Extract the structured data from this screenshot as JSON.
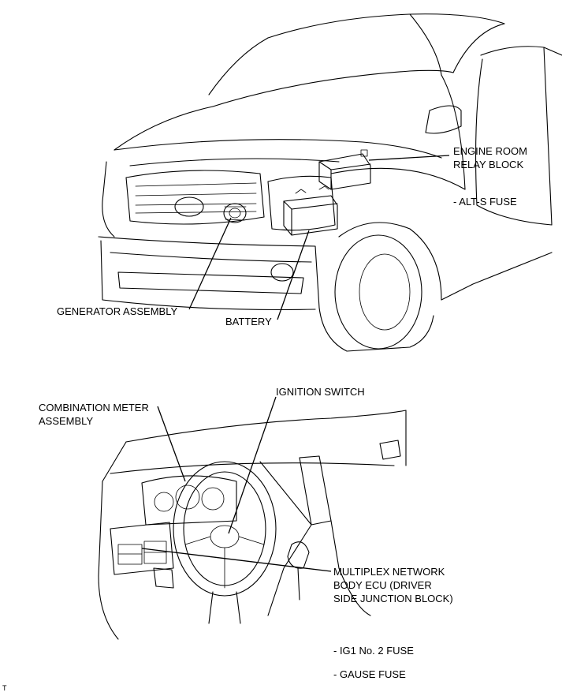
{
  "labels": {
    "engine_room_relay_block_1": "ENGINE ROOM",
    "engine_room_relay_block_2": "RELAY BLOCK",
    "alt_s_fuse": "- ALT-S FUSE",
    "generator_assembly": "GENERATOR ASSEMBLY",
    "battery": "BATTERY",
    "ignition_switch": "IGNITION SWITCH",
    "combination_meter_1": "COMBINATION METER",
    "combination_meter_2": "ASSEMBLY",
    "multiplex_1": "MULTIPLEX NETWORK",
    "multiplex_2": "BODY ECU (DRIVER",
    "multiplex_3": "SIDE JUNCTION BLOCK)",
    "ig1_fuse": "- IG1 No. 2 FUSE",
    "gause_fuse": "- GAUSE FUSE",
    "corner_mark": "T"
  }
}
